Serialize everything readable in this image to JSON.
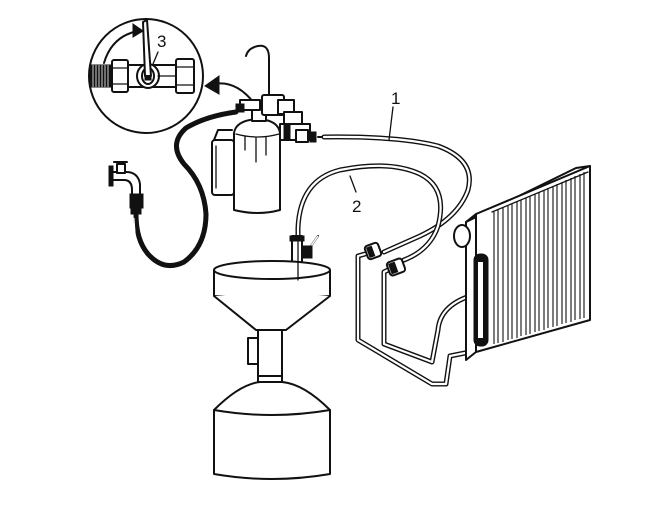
{
  "diagram": {
    "description": "Cooler flushing setup: flushing tool connected to water tap, hoses to cooler lines, drain funnel into container",
    "callouts": [
      {
        "id": "1",
        "label": "1",
        "target": "flush-supply-hose"
      },
      {
        "id": "2",
        "label": "2",
        "target": "return-drain-hose"
      },
      {
        "id": "3",
        "label": "3",
        "target": "valve-handle-detail"
      }
    ],
    "components": [
      "water-faucet",
      "garden-hose",
      "flushing-tool-canister",
      "valve-detail-inset",
      "supply-hose",
      "return-hose",
      "drain-funnel",
      "waste-container",
      "cooler-radiator",
      "cooler-lines"
    ],
    "colors": {
      "line": "#111111",
      "background": "#ffffff"
    }
  }
}
